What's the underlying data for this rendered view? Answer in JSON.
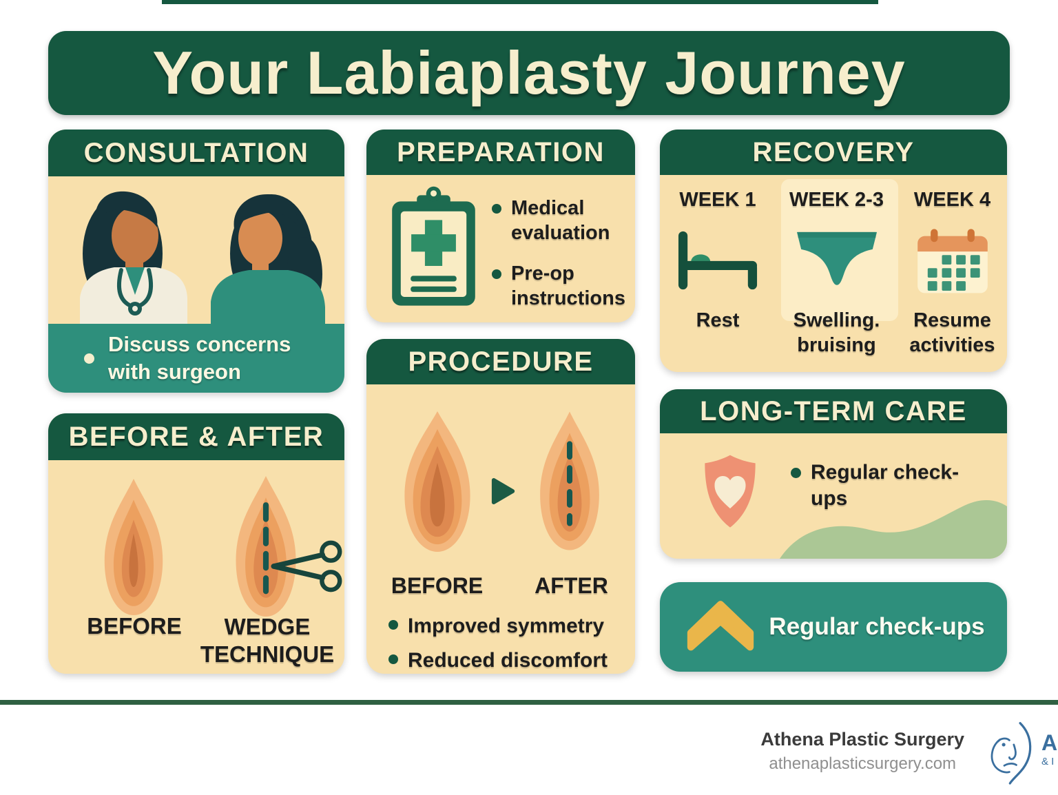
{
  "title": "Your Labiaplasty Journey",
  "panels": {
    "consultation": {
      "header": "CONSULTATION",
      "bullet": "Discuss concerns with surgeon"
    },
    "preparation": {
      "header": "PREPARATION",
      "bullets": [
        "Medical evaluation",
        "Pre-op instructions"
      ]
    },
    "recovery": {
      "header": "RECOVERY",
      "columns": [
        {
          "week": "WEEK 1",
          "icon": "bed-icon",
          "caption": "Rest"
        },
        {
          "week": "WEEK 2-3",
          "icon": "underwear-icon",
          "caption": "Swelling. bruising"
        },
        {
          "week": "WEEK 4",
          "icon": "calendar-icon",
          "caption": "Resume activities"
        }
      ]
    },
    "before_after": {
      "header": "BEFORE & AFTER",
      "left_label": "BEFORE",
      "right_label": "WEDGE TECHNIQUE"
    },
    "procedure": {
      "header": "PROCEDURE",
      "left_label": "BEFORE",
      "right_label": "AFTER",
      "bullets": [
        "Improved symmetry",
        "Reduced discomfort"
      ]
    },
    "long_term": {
      "header": "LONG-TERM CARE",
      "bullet": "Regular check-ups"
    },
    "checkups_banner": {
      "label": "Regular check-ups"
    }
  },
  "footer": {
    "company": "Athena Plastic Surgery",
    "website": "athenaplasticsurgery.com",
    "logo_letter": "A",
    "logo_sub": "& I"
  },
  "colors": {
    "dark_green": "#155840",
    "teal": "#2e8f7c",
    "cream_bg": "#f8e0ac",
    "cream_light": "#fcedc6",
    "cream_text": "#f6eecd",
    "gold": "#eab64a",
    "shield_orange": "#ee9173",
    "sage": "#abc795",
    "logo_blue": "#3a6f9f",
    "ink": "#1d1d1d"
  }
}
